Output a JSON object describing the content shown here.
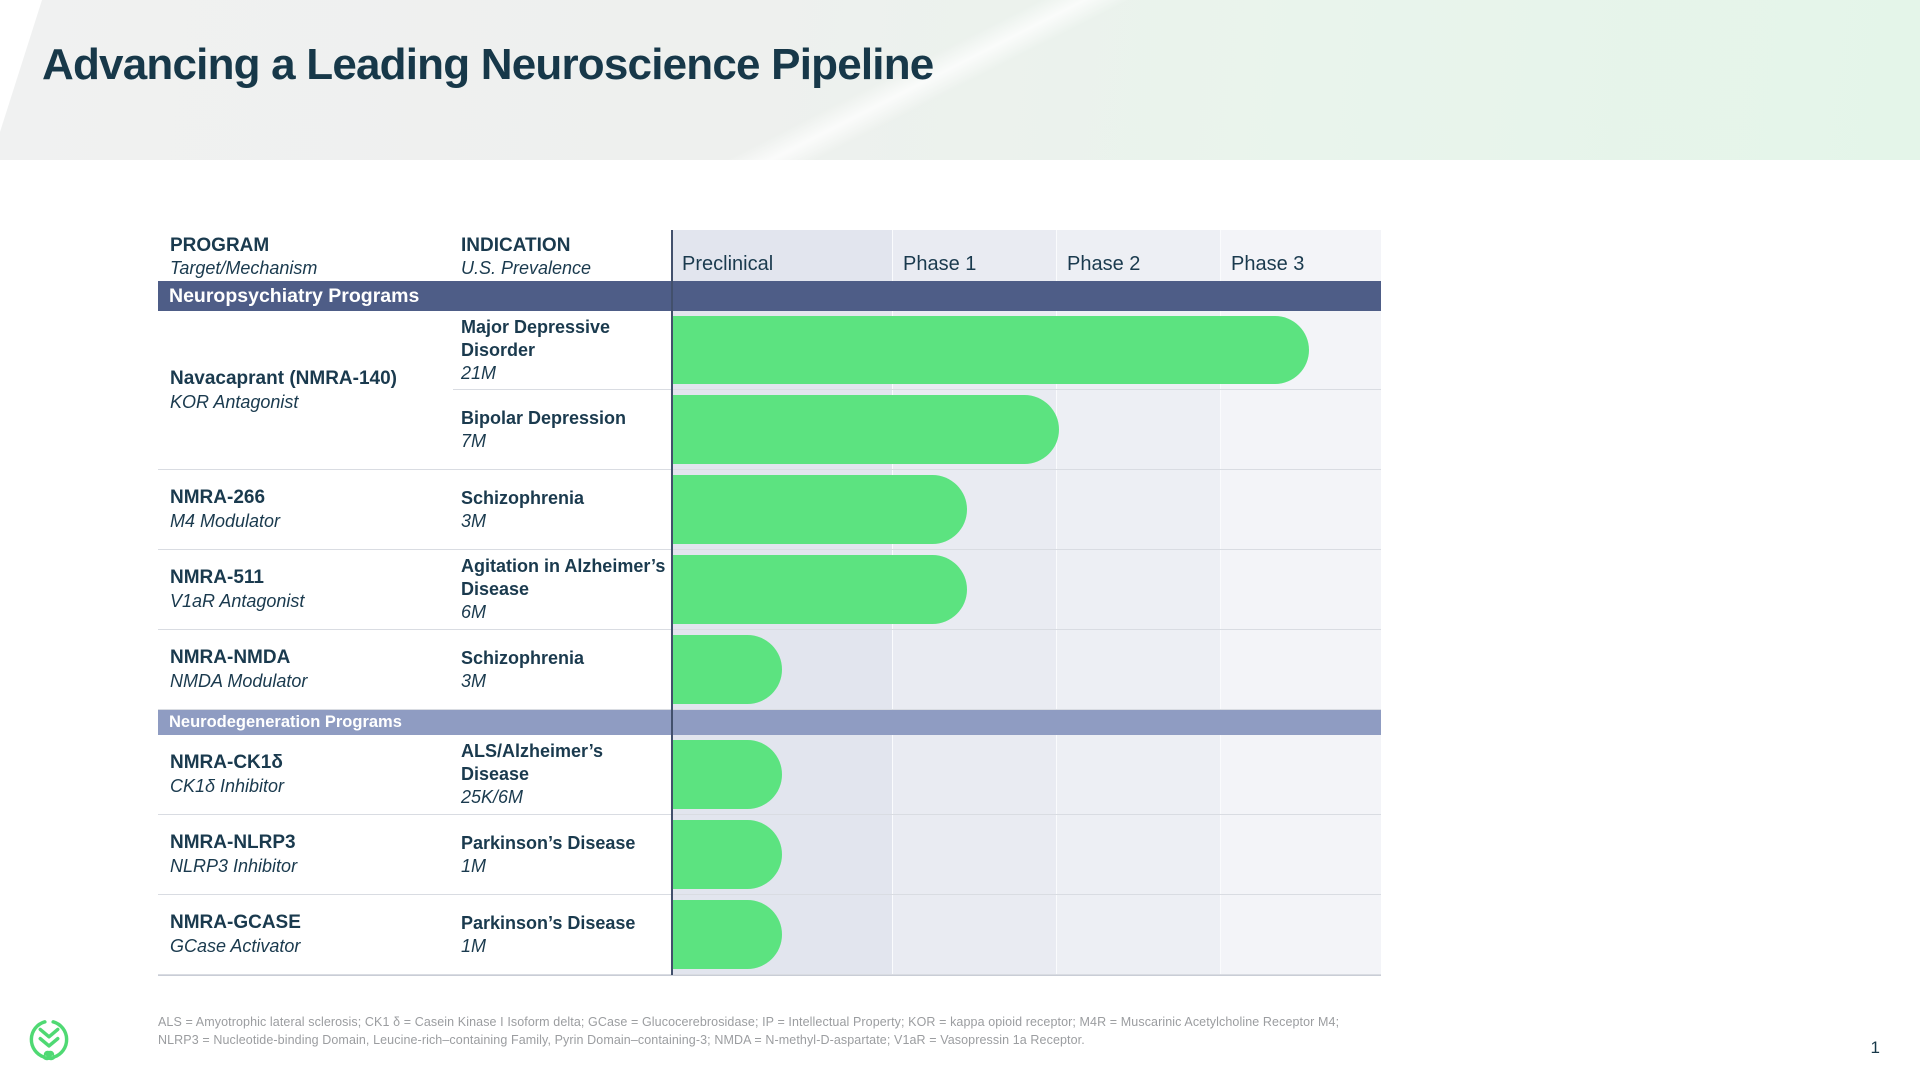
{
  "title": "Advancing a Leading Neuroscience Pipeline",
  "page_number": "1",
  "colors": {
    "title_text": "#173849",
    "bar_green": "#5ce380",
    "logo_green": "#4fd973",
    "section_dark": "#4e5d87",
    "section_light": "#8f9cc2"
  },
  "pipeline_table": {
    "program_header": {
      "title": "PROGRAM",
      "subtitle": "Target/Mechanism"
    },
    "indication_header": {
      "title": "INDICATION",
      "subtitle": "U.S. Prevalence"
    },
    "phase_columns": [
      "Preclinical",
      "Phase 1",
      "Phase 2",
      "Phase 3"
    ],
    "sections": [
      {
        "label": "Neuropsychiatry Programs",
        "theme": "dark",
        "groups": [
          {
            "program": "Navacaprant (NMRA-140)",
            "mechanism": "KOR Antagonist",
            "indications": [
              {
                "name": "Major Depressive Disorder",
                "prevalence": "21M",
                "progress": 0.897
              },
              {
                "name": "Bipolar Depression",
                "prevalence": "7M",
                "progress": 0.544
              }
            ]
          },
          {
            "program": "NMRA-266",
            "mechanism": "M4 Modulator",
            "indications": [
              {
                "name": "Schizophrenia",
                "prevalence": "3M",
                "progress": 0.415
              }
            ]
          },
          {
            "program": "NMRA-511",
            "mechanism": "V1aR Antagonist",
            "indications": [
              {
                "name": "Agitation in Alzheimer’s Disease",
                "prevalence": "6M",
                "progress": 0.415
              }
            ]
          },
          {
            "program": "NMRA-NMDA",
            "mechanism": "NMDA Modulator",
            "indications": [
              {
                "name": "Schizophrenia",
                "prevalence": "3M",
                "progress": 0.154
              }
            ]
          }
        ]
      },
      {
        "label": "Neurodegeneration Programs",
        "theme": "light",
        "groups": [
          {
            "program": "NMRA-CK1δ",
            "mechanism": "CK1δ Inhibitor",
            "indications": [
              {
                "name": "ALS/Alzheimer’s Disease",
                "prevalence": "25K/6M",
                "progress": 0.154
              }
            ]
          },
          {
            "program": "NMRA-NLRP3",
            "mechanism": "NLRP3 Inhibitor",
            "indications": [
              {
                "name": "Parkinson’s Disease",
                "prevalence": "1M",
                "progress": 0.154
              }
            ]
          },
          {
            "program": "NMRA-GCASE",
            "mechanism": "GCase Activator",
            "indications": [
              {
                "name": "Parkinson’s Disease",
                "prevalence": "1M",
                "progress": 0.154
              }
            ]
          }
        ]
      }
    ]
  },
  "chart_data": {
    "type": "bar",
    "title": "Advancing a Leading Neuroscience Pipeline",
    "orientation": "horizontal",
    "x_axis_phases": [
      "Preclinical",
      "Phase 1",
      "Phase 2",
      "Phase 3"
    ],
    "xlim": [
      0,
      4
    ],
    "categories": [
      "Navacaprant (NMRA-140) – Major Depressive Disorder (21M)",
      "Navacaprant (NMRA-140) – Bipolar Depression (7M)",
      "NMRA-266 – Schizophrenia (3M)",
      "NMRA-511 – Agitation in Alzheimer’s Disease (6M)",
      "NMRA-NMDA – Schizophrenia (3M)",
      "NMRA-CK1δ – ALS/Alzheimer’s Disease (25K/6M)",
      "NMRA-NLRP3 – Parkinson’s Disease (1M)",
      "NMRA-GCASE – Parkinson’s Disease (1M)"
    ],
    "values_phase_units": [
      3.54,
      2.0,
      1.44,
      1.44,
      0.49,
      0.49,
      0.49,
      0.49
    ],
    "bar_color": "#5ce380",
    "legend": "none",
    "grid": "phase columns shaded"
  },
  "footnote": {
    "line1": "ALS = Amyotrophic lateral sclerosis; CK1 δ = Casein Kinase I Isoform delta; GCase = Glucocerebrosidase; IP = Intellectual Property; KOR = kappa opioid receptor;  M4R = Muscarinic Acetylcholine Receptor M4;",
    "line2": "NLRP3 = Nucleotide-binding Domain, Leucine-rich–containing Family, Pyrin Domain–containing-3; NMDA  = N-methyl-D-aspartate; V1aR = Vasopressin 1a Receptor."
  }
}
